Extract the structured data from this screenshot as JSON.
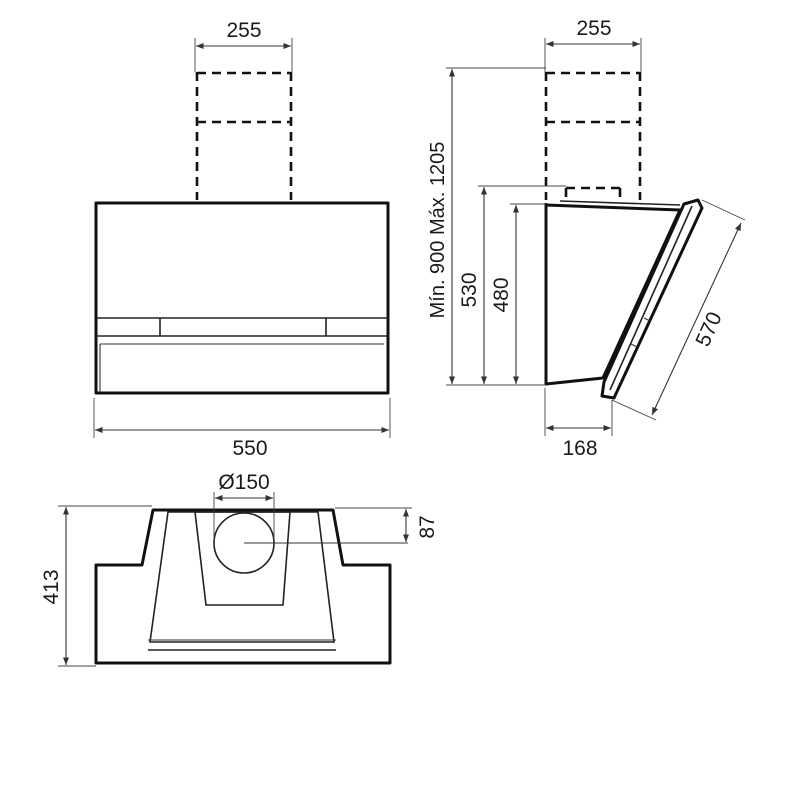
{
  "dimensions": {
    "front_duct_width": "255",
    "front_width": "550",
    "side_duct_width": "255",
    "side_height_range": "Mín. 900 Máx. 1205",
    "side_height_total": "530",
    "side_height_body": "480",
    "side_depth": "168",
    "side_glass_length": "570",
    "top_outlet_diameter": "Ø150",
    "top_outlet_offset": "87",
    "top_depth": "413"
  },
  "colors": {
    "line": "#111111",
    "background": "#ffffff"
  }
}
